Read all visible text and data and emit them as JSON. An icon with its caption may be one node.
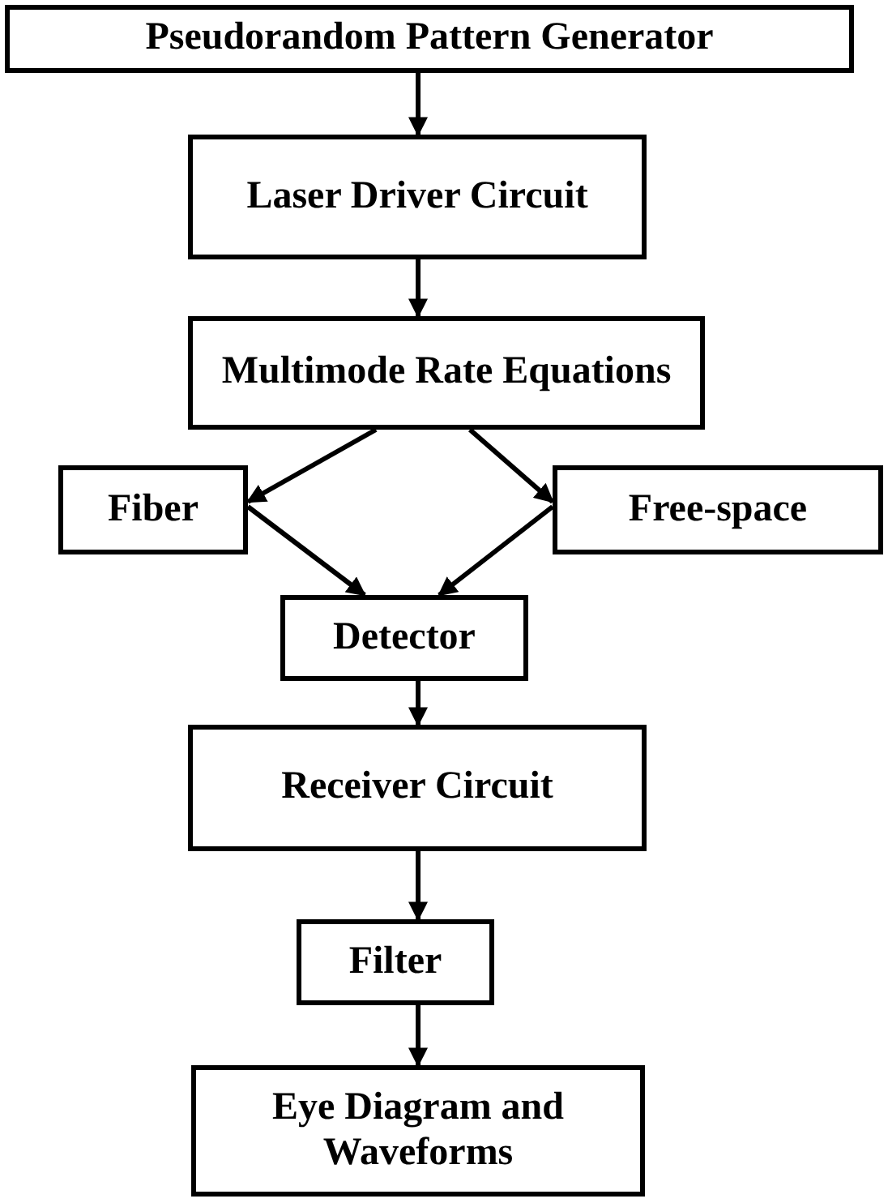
{
  "diagram": {
    "nodes": [
      {
        "text": [
          "Pseudorandom Pattern Generator"
        ]
      },
      {
        "text": [
          "Laser Driver Circuit"
        ]
      },
      {
        "text": [
          "Multimode Rate Equations"
        ]
      },
      {
        "text": [
          "Fiber"
        ]
      },
      {
        "text": [
          "Free-space"
        ]
      },
      {
        "text": [
          "Detector"
        ]
      },
      {
        "text": [
          "Receiver Circuit"
        ]
      },
      {
        "text": [
          "Filter"
        ]
      },
      {
        "text": [
          "Eye Diagram and Waveforms"
        ]
      }
    ],
    "edges": [
      {
        "from": 0,
        "to": 1,
        "arrow": "to"
      },
      {
        "from": 1,
        "to": 2,
        "arrow": "to"
      },
      {
        "from": 2,
        "to": 3,
        "arrow": "to"
      },
      {
        "from": 2,
        "to": 4,
        "arrow": "to"
      },
      {
        "from": 3,
        "to": 5,
        "arrow": "to"
      },
      {
        "from": 4,
        "to": 5,
        "arrow": "to"
      },
      {
        "from": 5,
        "to": 6,
        "arrow": "to"
      },
      {
        "from": 6,
        "to": 7,
        "arrow": "to"
      },
      {
        "from": 7,
        "to": 8,
        "arrow": "to"
      }
    ]
  }
}
